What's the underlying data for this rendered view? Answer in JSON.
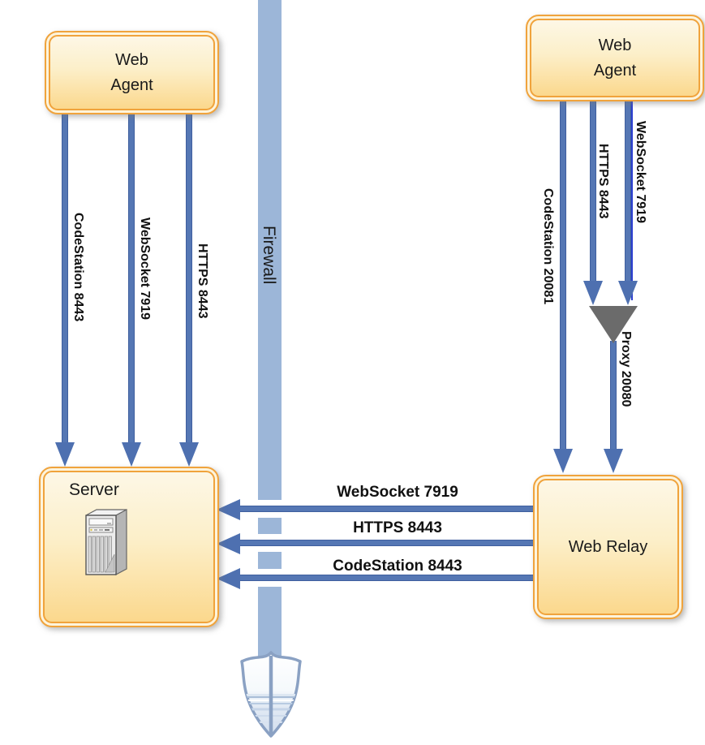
{
  "diagram": {
    "nodes": {
      "web_agent_left": {
        "label": "Web\nAgent"
      },
      "web_agent_right": {
        "label": "Web\nAgent"
      },
      "server": {
        "label": "Server"
      },
      "web_relay": {
        "label": "Web Relay"
      },
      "firewall": {
        "label": "Firewall"
      }
    },
    "agent_left_to_server": {
      "codestation": {
        "label": "CodeStation 8443"
      },
      "websocket": {
        "label": "WebSocket 7919"
      },
      "https": {
        "label": "HTTPS 8443"
      }
    },
    "agent_right_flows": {
      "codestation": {
        "label": "CodeStation 20081"
      },
      "https": {
        "label": "HTTPS 8443"
      },
      "websocket": {
        "label": "WebSocket 7919"
      },
      "proxy": {
        "label": "Proxy 20080"
      }
    },
    "relay_to_server": {
      "websocket": {
        "label": "WebSocket 7919"
      },
      "https": {
        "label": "HTTPS 8443"
      },
      "codestation": {
        "label": "CodeStation 8443"
      }
    },
    "icons": {
      "proxy": "funnel-icon",
      "server": "server-tower-icon",
      "firewall_shield": "security-shield-icon"
    },
    "colors": {
      "arrow_fill": "#5577b4",
      "arrow_border": "#3f5f9f",
      "arrowhead": "#4e70b0",
      "firewall_bar": "#9cb6d8",
      "node_border": "#f0a33c",
      "node_fill_top": "#fdf7e6",
      "node_fill_bottom": "#fbd88d",
      "proxy_funnel": "#6b6b6b",
      "label_text": "#111111"
    }
  }
}
